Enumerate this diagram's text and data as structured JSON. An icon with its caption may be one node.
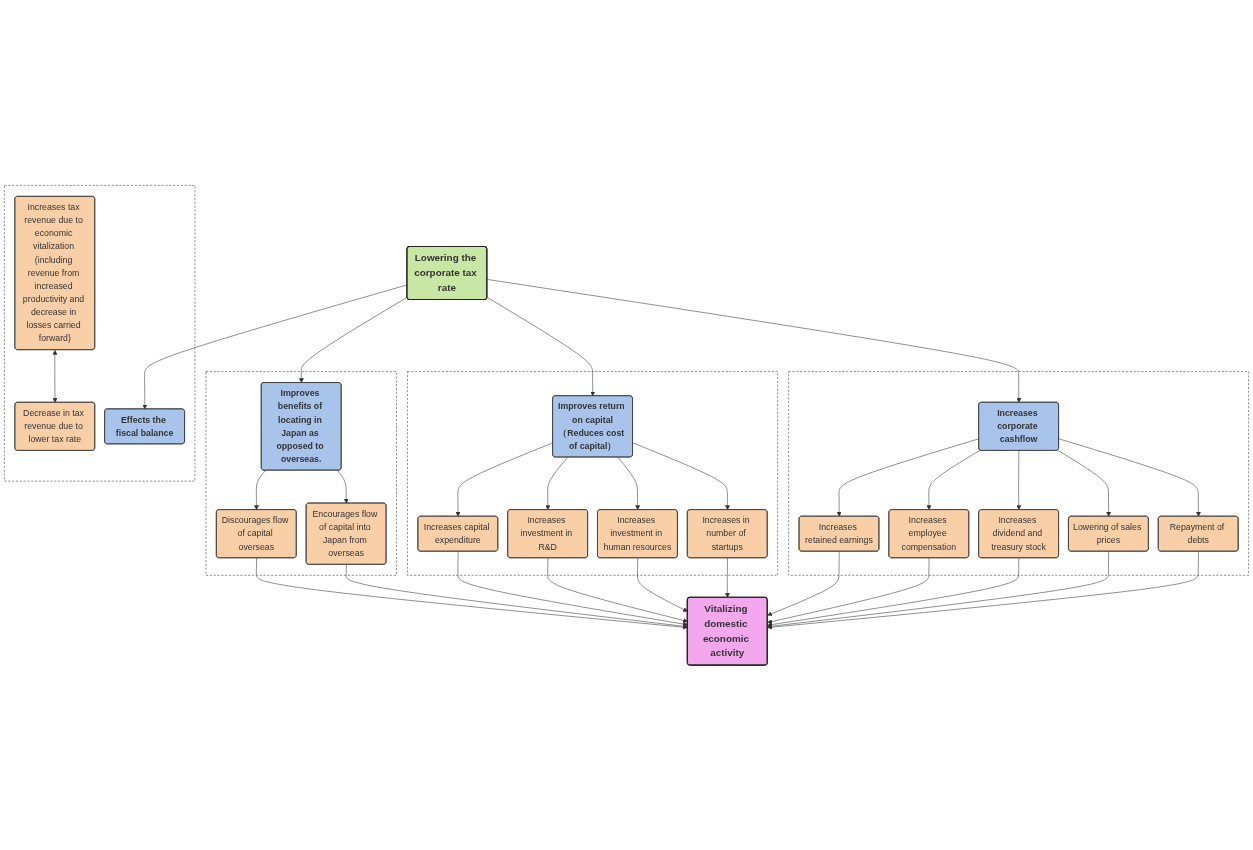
{
  "diagram": {
    "nodes": [
      {
        "text": [
          "Lowering the corporate tax rate"
        ]
      },
      {
        "text": [],
        "shape": "box"
      },
      {
        "text": [
          "Improves benefits of locating in Japan as opposed to overseas."
        ],
        "in": 1
      },
      {
        "text": [
          "Discourages flow of capital overseas"
        ],
        "in": 1
      },
      {
        "text": [
          "Encourages flow of capital into Japan from overseas"
        ],
        "in": 1
      },
      {
        "text": [],
        "shape": "box"
      },
      {
        "text": [
          "Improves return on capital",
          "（Reduces cost of capital）"
        ],
        "in": 5
      },
      {
        "text": [
          "Increases capital expenditure"
        ],
        "in": 5
      },
      {
        "text": [
          "Increases investment in R&D"
        ],
        "in": 5
      },
      {
        "text": [
          "Increases investment in human resources"
        ],
        "in": 5
      },
      {
        "text": [
          "Increases in number of startups"
        ],
        "in": 5
      },
      {
        "text": [],
        "shape": "box"
      },
      {
        "text": [
          "Increases corporate cashflow"
        ],
        "in": 11
      },
      {
        "text": [
          "Increases retained earnings"
        ],
        "in": 11
      },
      {
        "text": [
          "Increases employee compensation"
        ],
        "in": 11
      },
      {
        "text": [
          "Increases dividend and treasury stock"
        ],
        "in": 11
      },
      {
        "text": [
          "Lowering of sales prices"
        ],
        "in": 11
      },
      {
        "text": [
          "Repayment of debts"
        ],
        "in": 11
      },
      {
        "text": [],
        "shape": "box"
      },
      {
        "text": [
          "Effects the fiscal balance"
        ],
        "in": 18
      },
      {
        "text": [
          "Increases tax revenue due to economic vitalization (including revenue from increased productivity and decrease in losses carried forward)"
        ],
        "in": 18
      },
      {
        "text": [
          "Decrease in tax revenue due to lower tax rate"
        ],
        "in": 18
      },
      {
        "text": [
          "Vitalizing domestic economic activity"
        ]
      }
    ],
    "edges": [
      {
        "from": 0,
        "to": 2,
        "arrow": "to"
      },
      {
        "from": 0,
        "to": 6,
        "arrow": "to"
      },
      {
        "from": 0,
        "to": 12,
        "arrow": "to"
      },
      {
        "from": 0,
        "to": 19,
        "arrow": "to"
      },
      {
        "from": 2,
        "to": 3,
        "arrow": "to"
      },
      {
        "from": 2,
        "to": 4,
        "arrow": "to"
      },
      {
        "from": 6,
        "to": 7,
        "arrow": "to"
      },
      {
        "from": 6,
        "to": 8,
        "arrow": "to"
      },
      {
        "from": 6,
        "to": 9,
        "arrow": "to"
      },
      {
        "from": 6,
        "to": 10,
        "arrow": "to"
      },
      {
        "from": 12,
        "to": 13,
        "arrow": "to"
      },
      {
        "from": 12,
        "to": 14,
        "arrow": "to"
      },
      {
        "from": 12,
        "to": 15,
        "arrow": "to"
      },
      {
        "from": 12,
        "to": 16,
        "arrow": "to"
      },
      {
        "from": 12,
        "to": 17,
        "arrow": "to"
      },
      {
        "from": 3,
        "to": 22,
        "arrow": "to"
      },
      {
        "from": 4,
        "to": 22,
        "arrow": "to"
      },
      {
        "from": 7,
        "to": 22,
        "arrow": "to"
      },
      {
        "from": 8,
        "to": 22,
        "arrow": "to"
      },
      {
        "from": 9,
        "to": 22,
        "arrow": "to"
      },
      {
        "from": 10,
        "to": 22,
        "arrow": "to"
      },
      {
        "from": 13,
        "to": 22,
        "arrow": "to"
      },
      {
        "from": 14,
        "to": 22,
        "arrow": "to"
      },
      {
        "from": 15,
        "to": 22,
        "arrow": "to"
      },
      {
        "from": 16,
        "to": 22,
        "arrow": "to"
      },
      {
        "from": 17,
        "to": 22,
        "arrow": "to"
      },
      {
        "from": 20,
        "to": 21,
        "arrow": "both"
      }
    ]
  }
}
